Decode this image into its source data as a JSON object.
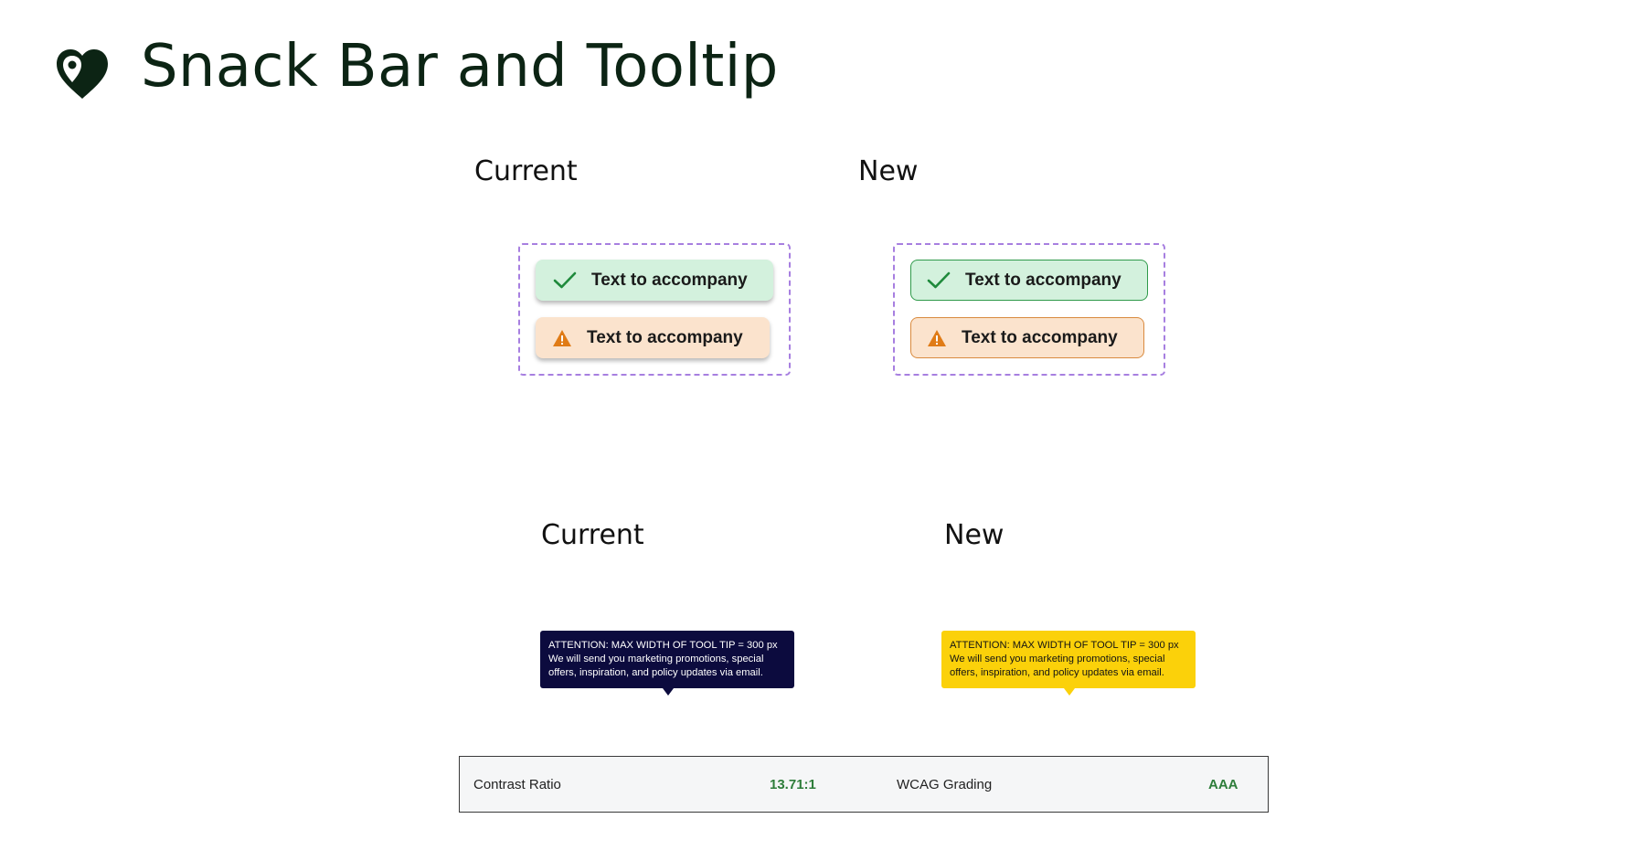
{
  "page": {
    "title": "Snack Bar and Tooltip"
  },
  "snackbar_section": {
    "current_label": "Current",
    "new_label": "New",
    "success_text": "Text to accompany",
    "warning_text": "Text to accompany"
  },
  "tooltip_section": {
    "current_label": "Current",
    "new_label": "New",
    "tooltip_lines": [
      "ATTENTION: MAX WIDTH OF TOOL TIP = 300 px",
      "We will send you marketing promotions, special",
      "offers, inspiration, and policy updates via email."
    ]
  },
  "contrast": {
    "ratio_label": "Contrast Ratio",
    "ratio_value": "13.71:1",
    "grade_label": "WCAG Grading",
    "grade_value": "AAA"
  },
  "colors": {
    "success_bg": "#d3f1dd",
    "warning_bg": "#fbe3cd",
    "success_icon": "#1f8a3c",
    "warning_icon": "#e07b16",
    "tooltip_dark": "#0c0b3e",
    "tooltip_yellow": "#fbd10a",
    "frame_dashed": "#a77fe0",
    "pass_green": "#2e7d3a"
  },
  "icons": {
    "logo": "heart-location-pin-icon",
    "success": "check-icon",
    "warning": "warning-triangle-icon"
  }
}
